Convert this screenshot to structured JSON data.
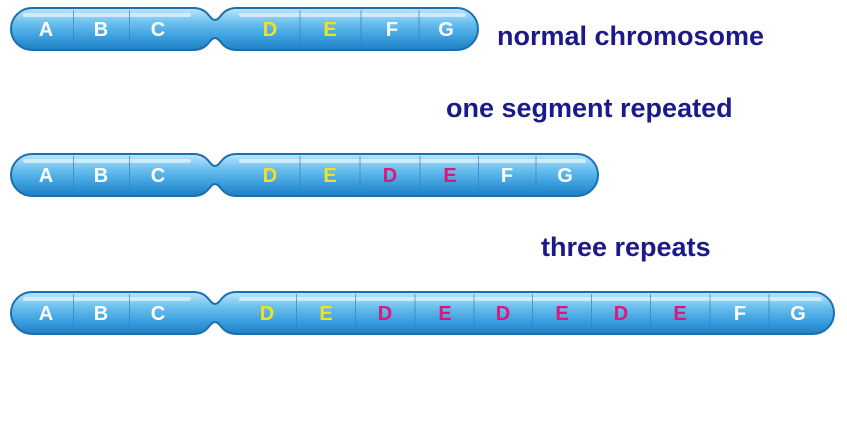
{
  "captions": {
    "normal": "normal chromosome",
    "one_repeat": "one segment repeated",
    "three_repeats": "three repeats"
  },
  "colors": {
    "caption": "#1c1a8a",
    "body_light": "#9fd6f4",
    "body_mid": "#4fb0e6",
    "body_dark": "#1f7fc2",
    "outline": "#1a6fae",
    "letter_normal": "#ffffff",
    "letter_original": "#f2e21c",
    "letter_repeat": "#e0157a"
  },
  "chromosomes": [
    {
      "id": "normal",
      "bands": [
        {
          "letter": "A",
          "kind": "normal"
        },
        {
          "letter": "B",
          "kind": "normal"
        },
        {
          "letter": "C",
          "kind": "normal"
        },
        {
          "letter": "D",
          "kind": "original"
        },
        {
          "letter": "E",
          "kind": "original"
        },
        {
          "letter": "F",
          "kind": "normal"
        },
        {
          "letter": "G",
          "kind": "normal"
        }
      ]
    },
    {
      "id": "one_repeat",
      "bands": [
        {
          "letter": "A",
          "kind": "normal"
        },
        {
          "letter": "B",
          "kind": "normal"
        },
        {
          "letter": "C",
          "kind": "normal"
        },
        {
          "letter": "D",
          "kind": "original"
        },
        {
          "letter": "E",
          "kind": "original"
        },
        {
          "letter": "D",
          "kind": "repeat"
        },
        {
          "letter": "E",
          "kind": "repeat"
        },
        {
          "letter": "F",
          "kind": "normal"
        },
        {
          "letter": "G",
          "kind": "normal"
        }
      ]
    },
    {
      "id": "three_repeats",
      "bands": [
        {
          "letter": "A",
          "kind": "normal"
        },
        {
          "letter": "B",
          "kind": "normal"
        },
        {
          "letter": "C",
          "kind": "normal"
        },
        {
          "letter": "D",
          "kind": "original"
        },
        {
          "letter": "E",
          "kind": "original"
        },
        {
          "letter": "D",
          "kind": "repeat"
        },
        {
          "letter": "E",
          "kind": "repeat"
        },
        {
          "letter": "D",
          "kind": "repeat"
        },
        {
          "letter": "E",
          "kind": "repeat"
        },
        {
          "letter": "D",
          "kind": "repeat"
        },
        {
          "letter": "E",
          "kind": "repeat"
        },
        {
          "letter": "F",
          "kind": "normal"
        },
        {
          "letter": "G",
          "kind": "normal"
        }
      ]
    }
  ]
}
